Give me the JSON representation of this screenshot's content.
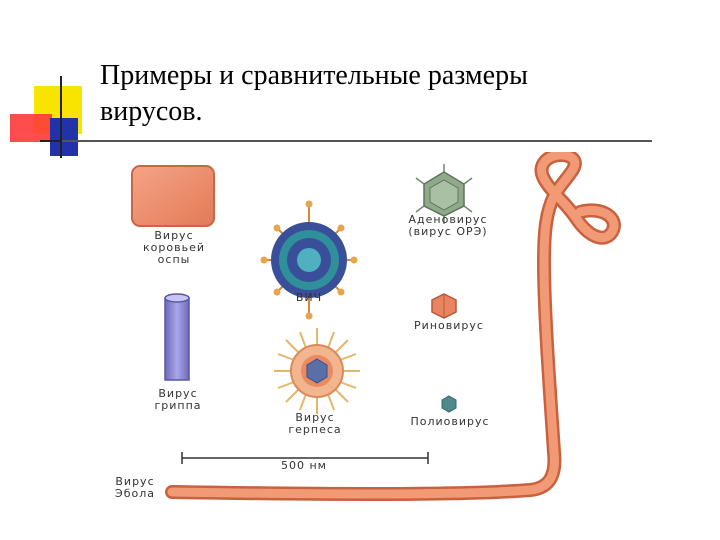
{
  "slide": {
    "title_line1": "Примеры и сравнительные размеры",
    "title_line2": "вирусов."
  },
  "diagram": {
    "labels": {
      "smallpox": "Вирус\nкоровьей\nоспы",
      "hiv": "ВИЧ",
      "adenovirus": "Аденовирус\n(вирус ОРЭ)",
      "influenza": "Вирус\nгриппа",
      "rhinovirus": "Риновирус",
      "herpes": "Вирус\nгерпеса",
      "poliovirus": "Полиовирус",
      "scale": "500 нм",
      "ebola": "Вирус\nЭбола"
    },
    "colors": {
      "accent_yellow": "#f7e400",
      "accent_red": "#ff3a3a",
      "accent_blue": "#2233aa",
      "virus_salmon": "#f08e6a",
      "influenza_lilac": "#8e8ad6",
      "hiv_blue": "#3a4f9a",
      "adeno_green": "#8fa98a"
    }
  }
}
